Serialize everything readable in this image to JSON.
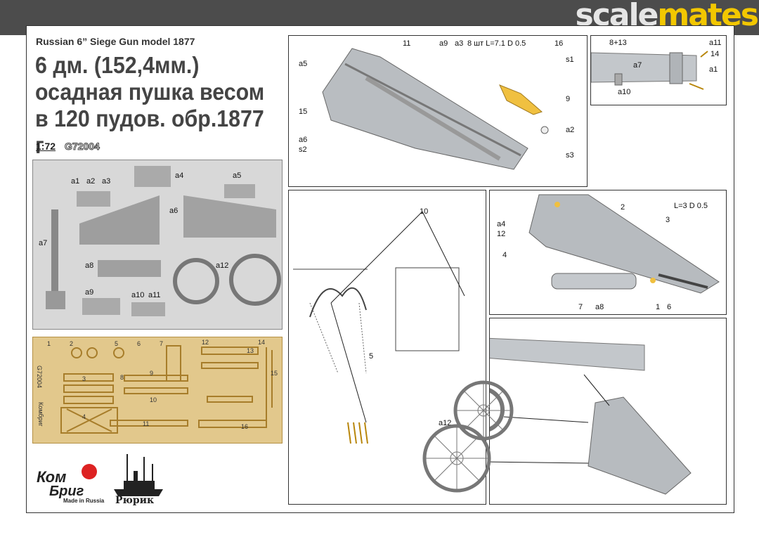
{
  "header": {
    "brand_part1": "scale",
    "brand_part2": "mates",
    "brand_color": "#f2c700",
    "bar_color": "#4c4c4c"
  },
  "title": {
    "english": "Russian 6” Siege Gun model 1877",
    "russian_lines": [
      "6 дм. (152,4мм.)",
      "осадная пушка весом",
      "в 120 пудов. обр.1877 г"
    ],
    "scale": "1:72",
    "code": "G72004"
  },
  "photo_labels": [
    "a1",
    "a2",
    "a3",
    "a4",
    "a5",
    "a6",
    "a7",
    "a8",
    "a12",
    "a9",
    "a10",
    "a11"
  ],
  "pe_fret": {
    "code": "G72004",
    "maker": "Комбриг",
    "numbers": [
      "1",
      "2",
      "3",
      "4",
      "5",
      "6",
      "7",
      "8",
      "9",
      "10",
      "11",
      "12",
      "13",
      "14",
      "15",
      "16"
    ]
  },
  "logos": {
    "kombrig_line1": "Ком",
    "kombrig_line2": "Бриг",
    "made_in": "Made in Russia",
    "rurik": "Рюрик",
    "star_color": "#d22"
  },
  "diagrams": {
    "chassis_top": [
      "11",
      "a9",
      "a3",
      "8 шт L=7.1 D 0.5",
      "16",
      "a5",
      "s1",
      "9",
      "15",
      "a2",
      "a6",
      "s2",
      "s3"
    ],
    "barrel": [
      "8+13",
      "a11",
      "14",
      "a7",
      "a1",
      "a10"
    ],
    "wheel_chain": [
      "10",
      "5"
    ],
    "chassis_side": [
      "2",
      "L=3  D 0.5",
      "a4",
      "3",
      "12",
      "4",
      "7",
      "a8",
      "1",
      "6"
    ],
    "assembly": [
      "a12"
    ]
  },
  "colors": {
    "pe_brass": "#e2c88c",
    "pe_parts": "#f0c040",
    "gray_part": "#bfc3c7"
  }
}
